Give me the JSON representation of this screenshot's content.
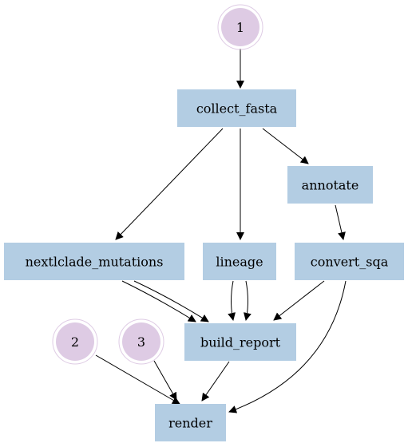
{
  "colors": {
    "task_fill": "#b3cde3",
    "input_fill": "#decbe4",
    "input_ring": "#decbe4",
    "edge": "#000000",
    "text": "#000000"
  },
  "nodes": [
    {
      "id": "in1",
      "kind": "input",
      "label": "1"
    },
    {
      "id": "collect_fasta",
      "kind": "task",
      "label": "collect_fasta"
    },
    {
      "id": "annotate",
      "kind": "task",
      "label": "annotate"
    },
    {
      "id": "nextlclade_mutations",
      "kind": "task",
      "label": "nextlclade_mutations"
    },
    {
      "id": "lineage",
      "kind": "task",
      "label": "lineage"
    },
    {
      "id": "convert_sqa",
      "kind": "task",
      "label": "convert_sqa"
    },
    {
      "id": "in2",
      "kind": "input",
      "label": "2"
    },
    {
      "id": "in3",
      "kind": "input",
      "label": "3"
    },
    {
      "id": "build_report",
      "kind": "task",
      "label": "build_report"
    },
    {
      "id": "render",
      "kind": "task",
      "label": "render"
    }
  ],
  "edges": [
    {
      "from": "in1",
      "to": "collect_fasta"
    },
    {
      "from": "collect_fasta",
      "to": "nextlclade_mutations"
    },
    {
      "from": "collect_fasta",
      "to": "lineage"
    },
    {
      "from": "collect_fasta",
      "to": "annotate"
    },
    {
      "from": "annotate",
      "to": "convert_sqa"
    },
    {
      "from": "nextlclade_mutations",
      "to": "build_report"
    },
    {
      "from": "nextlclade_mutations",
      "to": "build_report"
    },
    {
      "from": "lineage",
      "to": "build_report"
    },
    {
      "from": "lineage",
      "to": "build_report"
    },
    {
      "from": "convert_sqa",
      "to": "build_report"
    },
    {
      "from": "convert_sqa",
      "to": "render"
    },
    {
      "from": "in2",
      "to": "render"
    },
    {
      "from": "in3",
      "to": "render"
    },
    {
      "from": "build_report",
      "to": "render"
    }
  ]
}
